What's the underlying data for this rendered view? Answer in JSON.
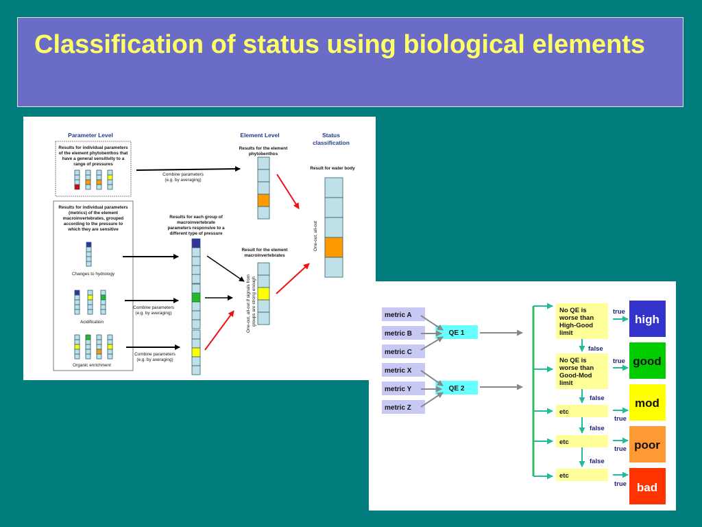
{
  "slide": {
    "title": "Classification of status using biological elements"
  },
  "left_diagram": {
    "headers": {
      "parameter_level": "Parameter Level",
      "element_level": "Element Level",
      "status_classification": [
        "Status",
        "classification"
      ]
    },
    "phyto_box": [
      "Results for individual parameters",
      "of the element phytobenthos that",
      "have a general sensitivity to a",
      "range of pressures"
    ],
    "macro_box": [
      "Results for individual parameters",
      "(metrics) of the element",
      "macroinvertebrates, grouped",
      "according to the pressure to",
      "which they are sensitive"
    ],
    "group_text": [
      "Results for each group of",
      "macroinvertebrate",
      "parameters responsive to a",
      "different type of pressure"
    ],
    "combine_1": [
      "Combine parameters",
      "(e.g. by averaging)"
    ],
    "combine_2": [
      "Combine parameters",
      "(e.g. by averaging)"
    ],
    "combine_3": [
      "Combine parameters",
      "(e.g. by averaging)"
    ],
    "phyto_result": [
      "Results for the element",
      "phytobenthos"
    ],
    "macro_result": [
      "Result for the element",
      "macroinvertebrates"
    ],
    "water_body": "Result for water body",
    "pressures": [
      "Changes to hydrology",
      "Acidification",
      "Organic enrichment"
    ],
    "one_out_all_out": "One-out, all-out",
    "one_out_signals": [
      "One-out, all-out if signals from",
      "groups are strong enough"
    ],
    "colors": {
      "cell": "#bfe0e6",
      "high": "#333399",
      "good": "#22bb22",
      "moderate": "#ffff00",
      "poor": "#ff9900",
      "bad": "#dd0000",
      "red_arrow": "#ee1111"
    }
  },
  "right_diagram": {
    "metrics": [
      "metric A",
      "metric B",
      "metric C",
      "metric X",
      "metric Y",
      "metric Z"
    ],
    "qes": [
      "QE  1",
      "QE 2"
    ],
    "conditions": [
      [
        "No QE is",
        "worse than",
        "High-Good",
        "limit"
      ],
      [
        "No QE is",
        "worse than",
        "Good-Mod",
        "limit"
      ],
      [
        "etc"
      ],
      [
        "etc"
      ],
      [
        "etc"
      ]
    ],
    "true_label": "true",
    "false_label": "false",
    "classes": [
      {
        "label": "high",
        "color": "#3333cc",
        "text_color": "#ffffff"
      },
      {
        "label": "good",
        "color": "#00cc00",
        "text_color": "#111111"
      },
      {
        "label": "mod",
        "color": "#ffff00",
        "text_color": "#111111"
      },
      {
        "label": "poor",
        "color": "#ff9933",
        "text_color": "#111111"
      },
      {
        "label": "bad",
        "color": "#ff3300",
        "text_color": "#ffffff"
      }
    ],
    "colors": {
      "metric_box": "#c8c8f4",
      "qe_box": "#66ffff",
      "condition_box": "#ffff99",
      "arrow_green": "#22bb99",
      "arrow_grey": "#888888",
      "flow_green": "#33bb66"
    }
  }
}
